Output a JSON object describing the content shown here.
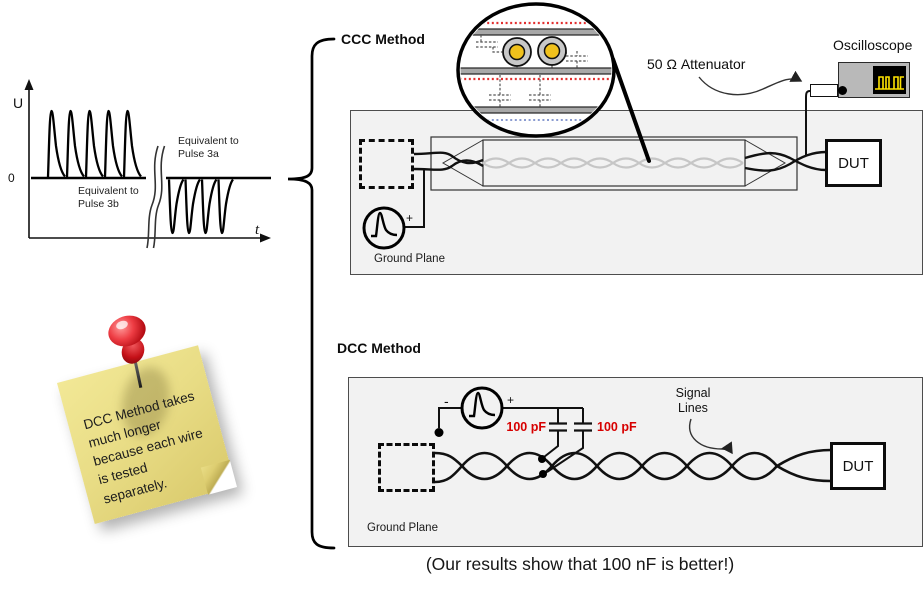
{
  "plot": {
    "u": "U",
    "zero": "0",
    "t": "t",
    "eq_a1": "Equivalent to",
    "eq_a2": "Pulse 3a",
    "eq_b1": "Equivalent to",
    "eq_b2": "Pulse 3b"
  },
  "note": {
    "lines": [
      "DCC Method takes",
      "much longer",
      "because each wire",
      "is tested",
      "separately."
    ]
  },
  "ccc": {
    "title": "CCC Method",
    "plus": "+",
    "ground_plane": "Ground Plane",
    "dut": "DUT"
  },
  "scope": {
    "label": "Oscilloscope"
  },
  "attenuator": {
    "label": "50 Ω Attenuator"
  },
  "dcc": {
    "title": "DCC Method",
    "minus": "-",
    "plus": "+",
    "cap_left": "100 pF",
    "cap_right": "100 pF",
    "signal_1": "Signal",
    "signal_2": "Lines",
    "ground_plane": "Ground Plane",
    "dut": "DUT"
  },
  "caption": "(Our results show that 100 nF is better!)",
  "colors": {
    "red_label": "#d70000",
    "red_dots": "#e23030",
    "blue_dots": "#8a9bd0",
    "note_yellow": "#e9dd86",
    "pin_red": "#d8121a",
    "wire_core_yellow": "#f0c11c",
    "panel_bg": "#f2f2f2",
    "scope_trace": "#ffe400",
    "gray_twisted_pair": "#c6c6c6"
  }
}
